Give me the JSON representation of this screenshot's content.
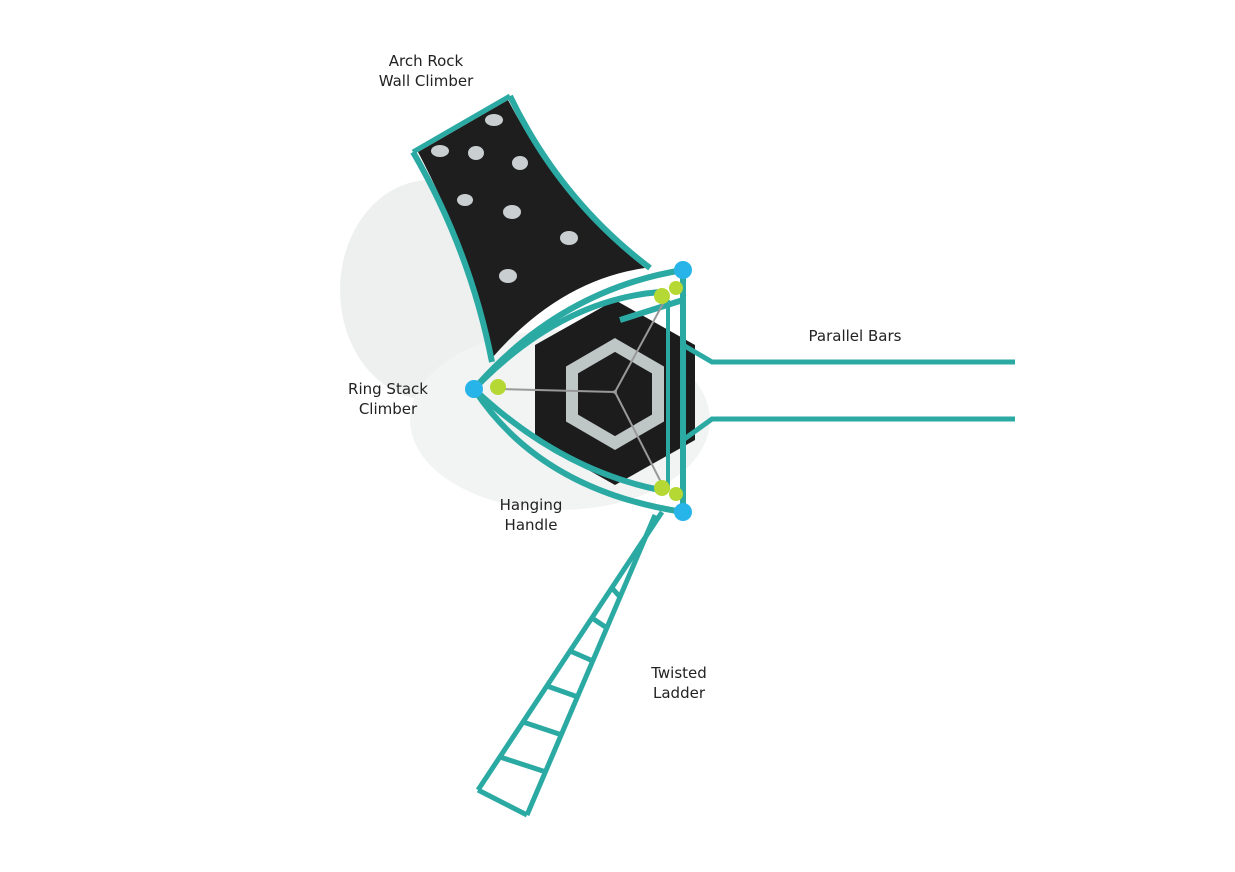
{
  "labels": {
    "arch_rock": {
      "line1": "Arch Rock",
      "line2": "Wall Climber"
    },
    "parallel_bars": {
      "line1": "Parallel Bars"
    },
    "ring_stack": {
      "line1": "Ring Stack",
      "line2": "Climber"
    },
    "hanging_handle": {
      "line1": "Hanging",
      "line2": "Handle"
    },
    "twisted_ladder": {
      "line1": "Twisted",
      "line2": "Ladder"
    }
  },
  "colors": {
    "frame": "#2ba9a3",
    "post_cap": "#27b4e8",
    "panel": "#1e1e1e",
    "clamp": "#b5d834",
    "hold": "#c9cfd1"
  }
}
